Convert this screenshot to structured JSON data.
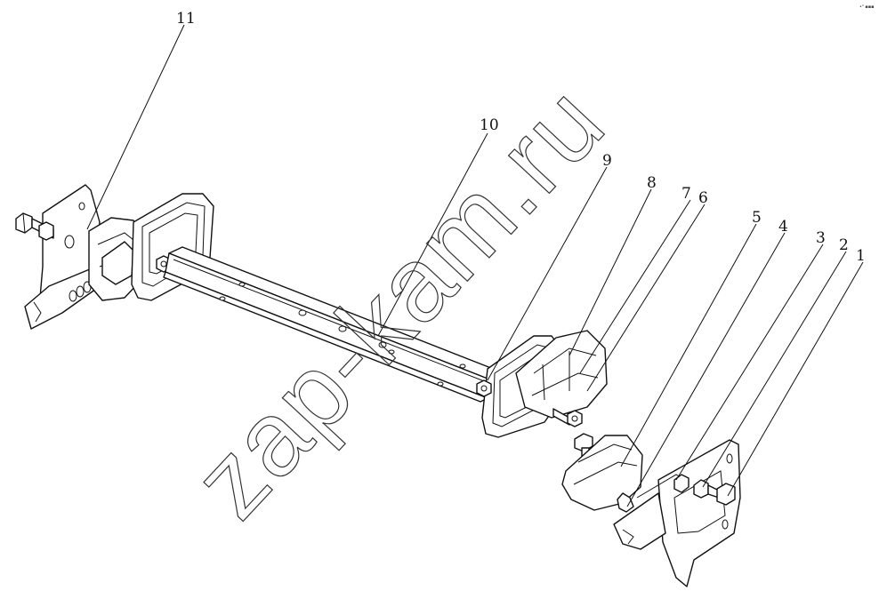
{
  "figure": {
    "callouts": [
      {
        "id": "1",
        "label": "1"
      },
      {
        "id": "2",
        "label": "2"
      },
      {
        "id": "3",
        "label": "3"
      },
      {
        "id": "4",
        "label": "4"
      },
      {
        "id": "5",
        "label": "5"
      },
      {
        "id": "6",
        "label": "6"
      },
      {
        "id": "7",
        "label": "7"
      },
      {
        "id": "8",
        "label": "8"
      },
      {
        "id": "9",
        "label": "9"
      },
      {
        "id": "10",
        "label": "10"
      },
      {
        "id": "11",
        "label": "11"
      }
    ],
    "watermark": "zap-kam.ru",
    "corner_mark": "•ᴵᴵ ▪▪▪"
  },
  "colors": {
    "line": "#111111",
    "background": "#ffffff",
    "watermark": "#333333"
  }
}
